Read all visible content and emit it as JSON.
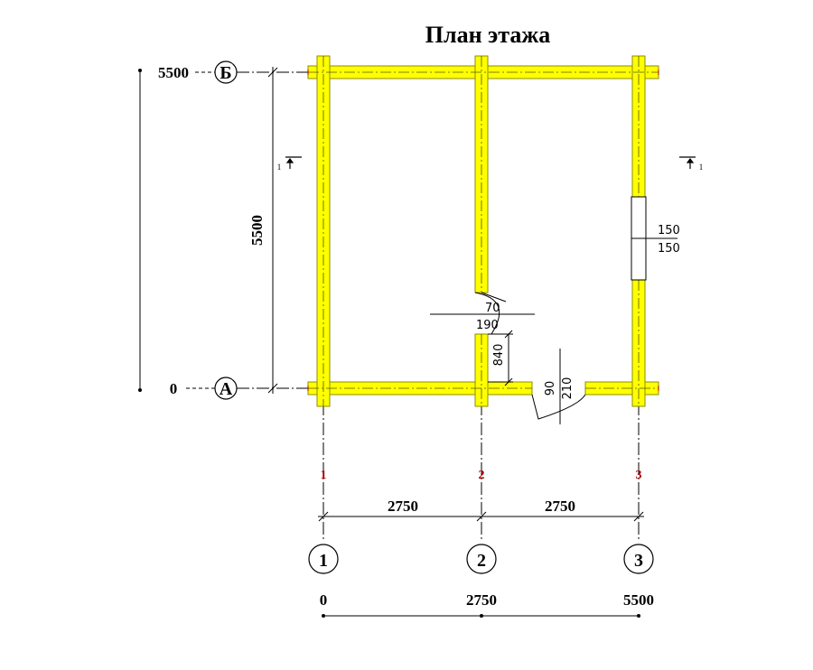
{
  "title": "План  этажа",
  "colors": {
    "wall": "#ffff00",
    "wall_edge": "#8c8c00",
    "line": "#000000",
    "axis_red": "#b00000"
  },
  "grid": {
    "rows": [
      {
        "bubble": "Б",
        "level": "5500"
      },
      {
        "bubble": "А",
        "level": "0"
      }
    ],
    "columns": [
      {
        "bubble": "1",
        "mark": "1",
        "coord": "0"
      },
      {
        "bubble": "2",
        "mark": "2",
        "coord": "2750"
      },
      {
        "bubble": "3",
        "mark": "3",
        "coord": "5500"
      }
    ]
  },
  "dimensions": {
    "vertical_span": "5500",
    "span_1_2": "2750",
    "span_2_3": "2750",
    "door_inner_width": "840"
  },
  "openings": {
    "window_top": "150",
    "window_bottom": "150",
    "door_inner_top": "70",
    "door_inner_bottom": "190",
    "door_entry_top": "90",
    "door_entry_bottom": "210"
  },
  "section": {
    "left_label": "1",
    "right_label": "1"
  }
}
